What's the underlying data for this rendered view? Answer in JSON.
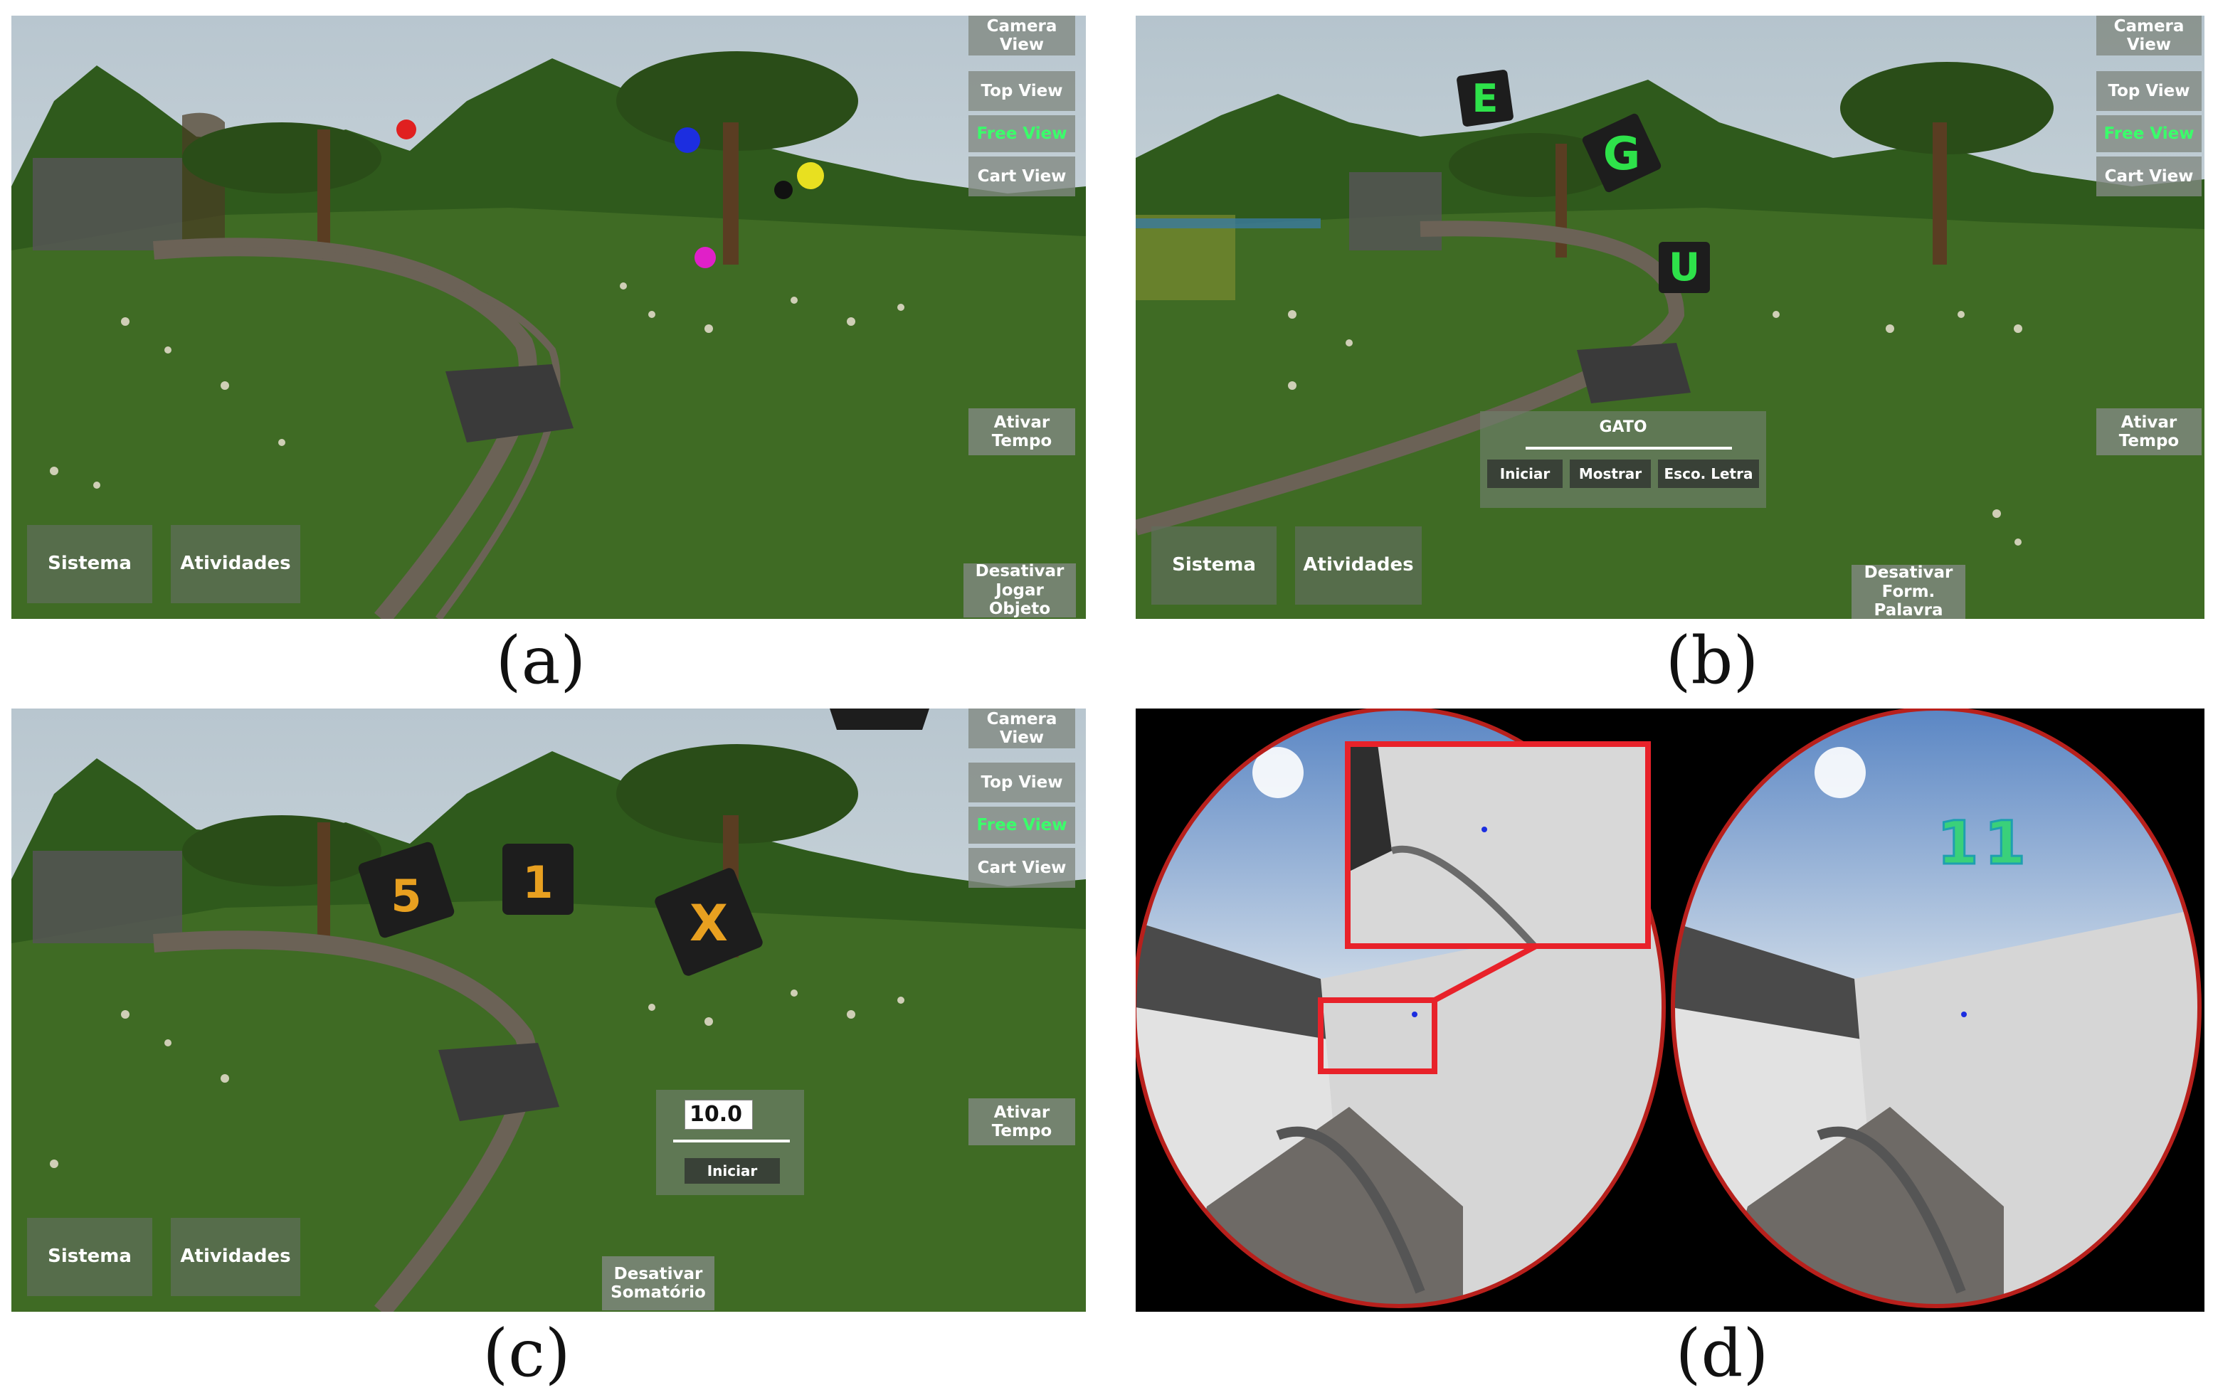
{
  "captions": [
    "(a)",
    "(b)",
    "(c)",
    "(d)"
  ],
  "view_buttons": {
    "camera": "Camera View",
    "top": "Top View",
    "free": "Free View",
    "cart": "Cart View",
    "timer": "Ativar Tempo"
  },
  "menu": {
    "system": "Sistema",
    "activities": "Atividades"
  },
  "panel_a": {
    "toggle_line1": "Desativar",
    "toggle_line2": "Jogar Objeto"
  },
  "panel_b": {
    "word": "GATO",
    "start": "Iniciar",
    "show": "Mostrar",
    "choose_letter": "Esco. Letra",
    "toggle_line1": "Desativar",
    "toggle_line2": "Form. Palavra",
    "cubes": [
      "E",
      "G",
      "U"
    ]
  },
  "panel_c": {
    "time_value": "10.0",
    "start": "Iniciar",
    "toggle_line1": "Desativar",
    "toggle_line2": "Somatório",
    "cubes": [
      "5",
      "1",
      "X"
    ]
  },
  "panel_d": {
    "digits": "11"
  },
  "colors": {
    "grass": "#3f6b24",
    "sky": "#c9d6e0",
    "free_view_accent": "#3aff6a",
    "zoom_box": "#e8222a"
  }
}
